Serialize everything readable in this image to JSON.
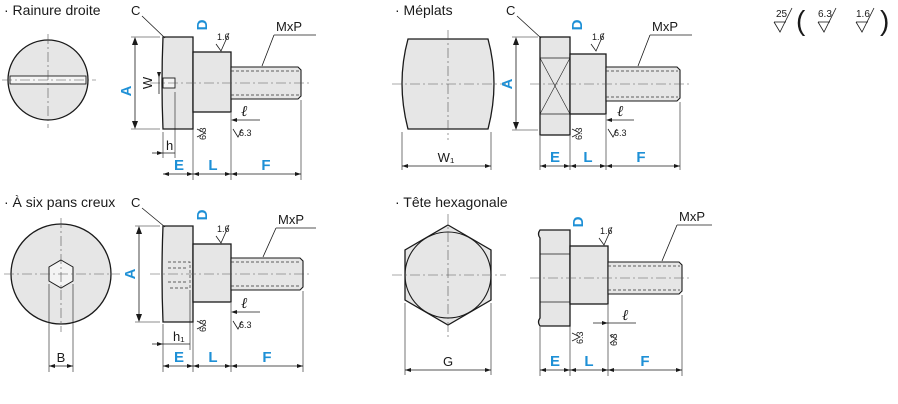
{
  "colors": {
    "accent_dimension": "#1e90d6",
    "part_fill": "#e6e6e6",
    "line": "#1a1a1a"
  },
  "roughness_legend": {
    "main": "25",
    "paren_open": "(",
    "v1": "6.3",
    "v2": "1.6",
    "paren_close": ")"
  },
  "views": {
    "slotted": {
      "title": "· Rainure droite",
      "labels": {
        "C": "C",
        "D": "D",
        "thread": "MxP",
        "A": "A",
        "W": "W",
        "h": "h",
        "E": "E",
        "L": "L",
        "F": "F",
        "ell": "ℓ",
        "r1": "1.6",
        "r2": "6.3",
        "r3": "6.3"
      }
    },
    "flats": {
      "title": "· Méplats",
      "labels": {
        "C": "C",
        "D": "D",
        "thread": "MxP",
        "A": "A",
        "W1": "W₁",
        "E": "E",
        "L": "L",
        "F": "F",
        "ell": "ℓ",
        "r1": "1.6",
        "r2": "6.3",
        "r3": "6.3"
      }
    },
    "hex_socket": {
      "title": "· À six pans creux",
      "labels": {
        "C": "C",
        "D": "D",
        "thread": "MxP",
        "A": "A",
        "B": "B",
        "h1": "h₁",
        "E": "E",
        "L": "L",
        "F": "F",
        "ell": "ℓ",
        "r1": "1.6",
        "r2": "6.3",
        "r3": "6.3"
      }
    },
    "hex_head": {
      "title": "· Tête hexagonale",
      "labels": {
        "D": "D",
        "thread": "MxP",
        "G": "G",
        "E": "E",
        "L": "L",
        "F": "F",
        "ell": "ℓ",
        "r1": "1.6",
        "r2": "6.3",
        "r3": "6.3"
      }
    }
  }
}
